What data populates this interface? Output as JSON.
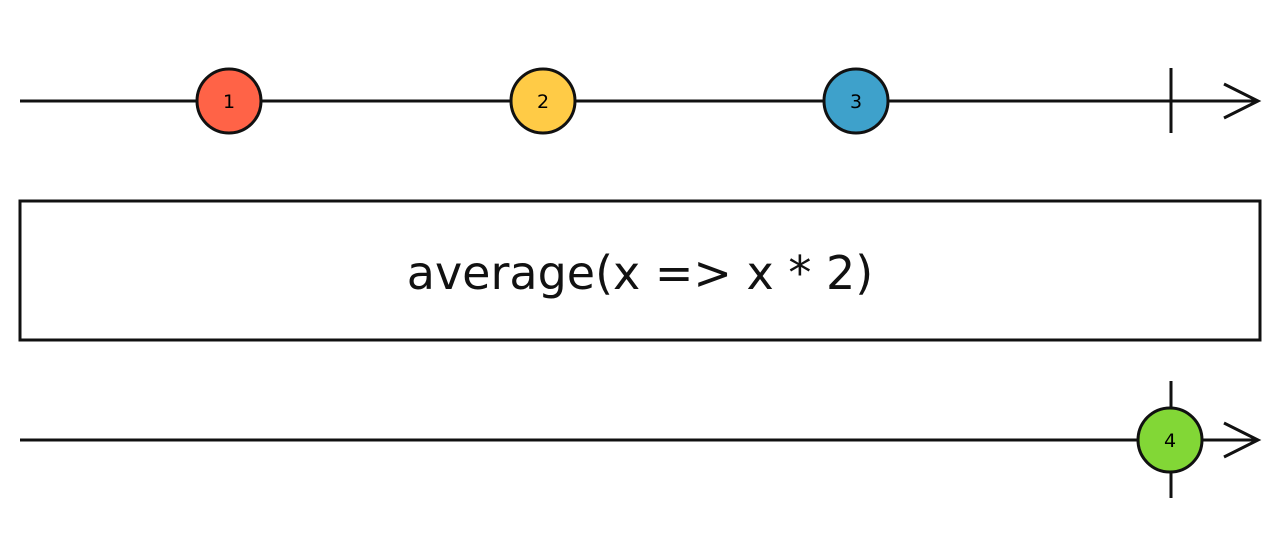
{
  "diagram": {
    "operator_label": "average(x => x * 2)",
    "colors": {
      "stroke": "#111111",
      "background": "#ffffff"
    },
    "input_stream": {
      "completed": true,
      "events": [
        {
          "label": "1",
          "color": "#ff6347"
        },
        {
          "label": "2",
          "color": "#ffcb46"
        },
        {
          "label": "3",
          "color": "#3ea1cb"
        }
      ]
    },
    "output_stream": {
      "completed": true,
      "events": [
        {
          "label": "4",
          "color": "#82d736"
        }
      ]
    }
  }
}
